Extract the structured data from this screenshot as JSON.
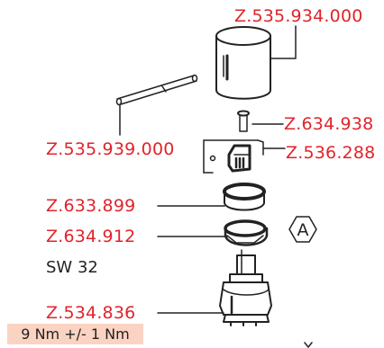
{
  "parts": {
    "knob": "Z.535.934.000",
    "pin": "Z.535.939.000",
    "screw": "Z.634.938",
    "clip": "Z.536.288",
    "cover_ring": "Z.633.899",
    "nut": "Z.634.912",
    "cartridge": "Z.534.836"
  },
  "wrench_size": "SW 32",
  "torque": "9 Nm +/- 1 Nm",
  "callout_letter": "A",
  "colors": {
    "part_number": "#e0242b",
    "torque_background": "#fbd3c3",
    "line": "#222222"
  }
}
